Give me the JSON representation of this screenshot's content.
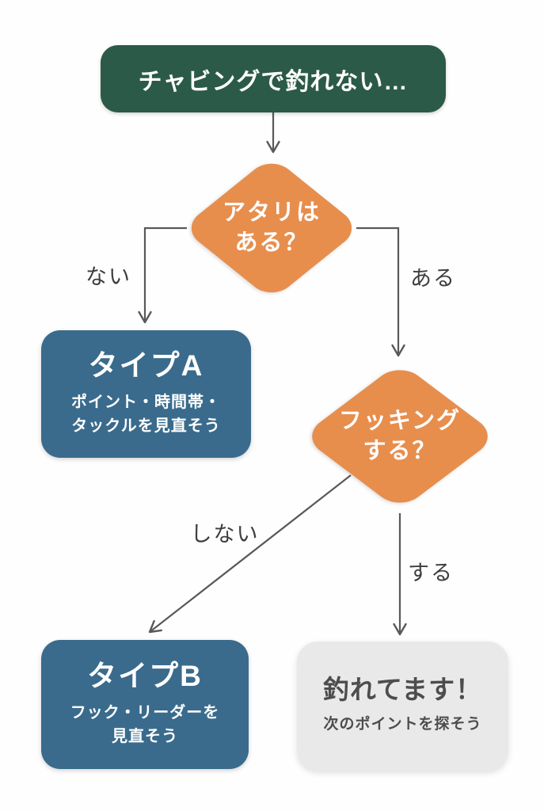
{
  "palette": {
    "start_bg": "#2b5a48",
    "decision_bg": "#e78e4d",
    "type_bg": "#3a6b8c",
    "success_bg": "#e9e9e9",
    "connector": "#58595b",
    "node_text": "#ffffff",
    "success_text": "#4d4d4d",
    "edge_label_text": "#3e3e3e"
  },
  "nodes": {
    "start": {
      "label": "チャビングで釣れない…"
    },
    "decision_atari": {
      "line1": "アタリは",
      "line2": "ある？"
    },
    "type_a": {
      "title": "タイプA",
      "desc1": "ポイント・時間帯・",
      "desc2": "タックルを見直そう"
    },
    "decision_hooking": {
      "line1": "フッキング",
      "line2": "する？"
    },
    "type_b": {
      "title": "タイプB",
      "desc1": "フック・リーダーを",
      "desc2": "見直そう"
    },
    "success": {
      "title": "釣れてます！",
      "desc": "次のポイントを探そう"
    }
  },
  "edge_labels": {
    "atari_no": "ない",
    "atari_yes": "ある",
    "hook_no": "しない",
    "hook_yes": "する"
  }
}
